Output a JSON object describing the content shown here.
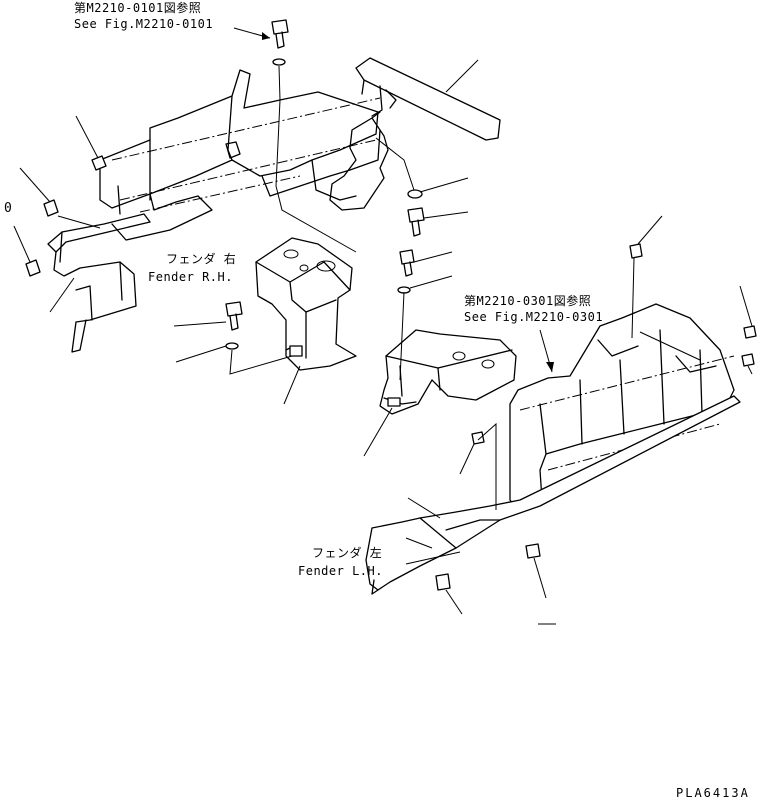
{
  "labels": {
    "ref_top_jp": "第M2210-0101図参照",
    "ref_top_en": "See Fig.M2210-0101",
    "ref_mid_jp": "第M2210-0301図参照",
    "ref_mid_en": "See Fig.M2210-0301",
    "fender_rh_jp": "フェンダ 右",
    "fender_rh_en": "Fender R.H.",
    "fender_lh_jp": "フェンダ 左",
    "fender_lh_en": "Fender L.H.",
    "left_edge_mark": "0",
    "drawing_code": "PLA6413A"
  }
}
